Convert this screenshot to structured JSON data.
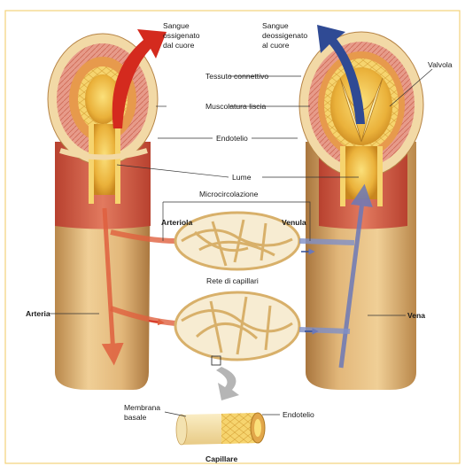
{
  "labels": {
    "oxygenated_blood": [
      "Sangue",
      "ossigenato",
      "dal cuore"
    ],
    "deoxygenated_blood": [
      "Sangue",
      "deossigenato",
      "al cuore"
    ],
    "connective_tissue": "Tessuto connettivo",
    "valve": "Valvola",
    "smooth_muscle": "Muscolatura liscia",
    "endothelium_top": "Endotelio",
    "lumen": "Lume",
    "microcirculation": "Microcircolazione",
    "arteriole": "Arteriola",
    "venule": "Venula",
    "capillary_network": "Rete di capillari",
    "artery": "Arteria",
    "vein": "Vena",
    "basal_membrane": [
      "Membrana",
      "basale"
    ],
    "endothelium_bottom": "Endotelio",
    "capillary": "Capillare"
  },
  "colors": {
    "oxygenated_arrow": "#d42a1e",
    "deoxygenated_arrow": "#2f4a94",
    "vessel_wall": "#e0b777",
    "muscle": "#cf5a45",
    "endothelium": "#f2c84a",
    "frame": "#f3d27a"
  }
}
